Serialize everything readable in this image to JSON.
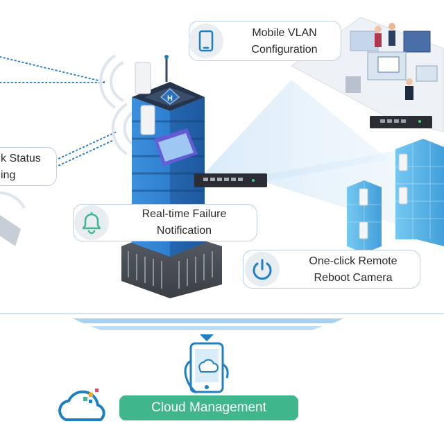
{
  "callouts": {
    "mobile_vlan": {
      "line1": "Mobile VLAN",
      "line2": "Configuration",
      "icon": "smartphone-icon"
    },
    "status_monitoring": {
      "line1": "k Status",
      "line2": "ing",
      "icon": "none"
    },
    "failure_notification": {
      "line1": "Real-time Failure",
      "line2": "Notification",
      "icon": "bell-icon"
    },
    "remote_reboot": {
      "line1": "One-click Remote",
      "line2": "Reboot Camera",
      "icon": "power-icon"
    }
  },
  "cloud": {
    "label": "Cloud Management",
    "icon": "cloud-icon",
    "phone_icon": "phone-cloud-icon"
  },
  "colors": {
    "accent_green": "#3fb68b",
    "accent_blue": "#1f7fc0",
    "building_blue": "#2f86d6",
    "camera_blue": "#39a8e6",
    "callout_border": "#b9cde8"
  }
}
